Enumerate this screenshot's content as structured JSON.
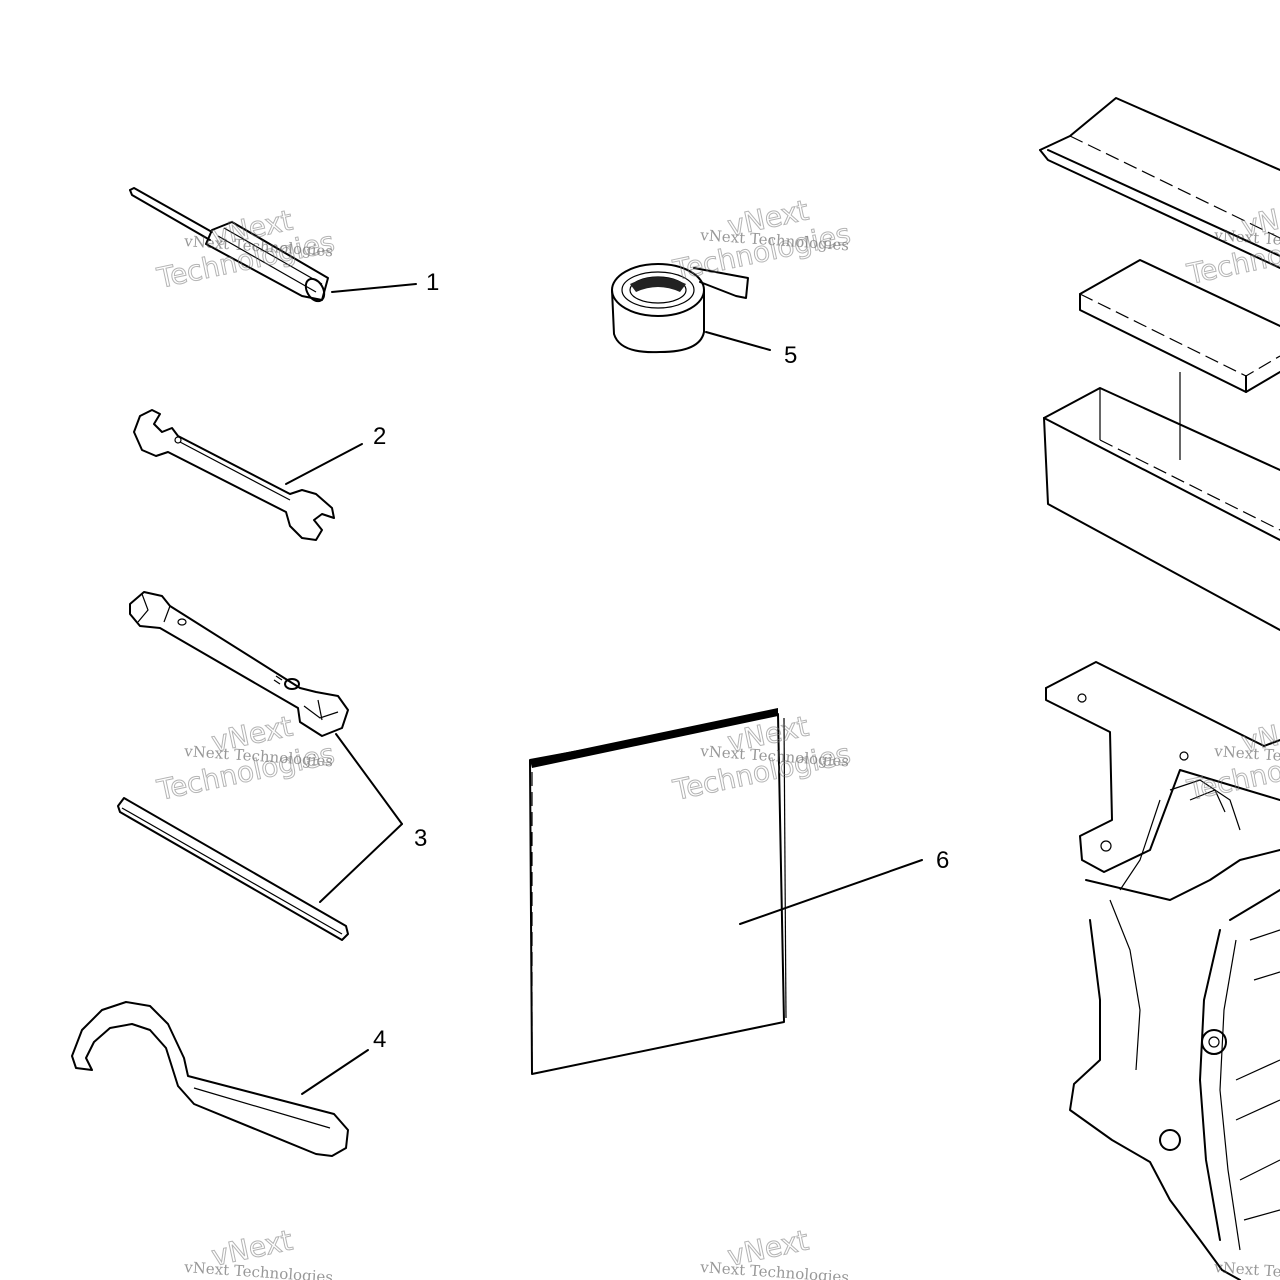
{
  "callouts": {
    "c1": "1",
    "c2": "2",
    "c3": "3",
    "c4": "4",
    "c5": "5",
    "c6": "6"
  },
  "watermark": {
    "brand": "vNext",
    "line": "vNext Technologies",
    "word": "Technologies"
  }
}
